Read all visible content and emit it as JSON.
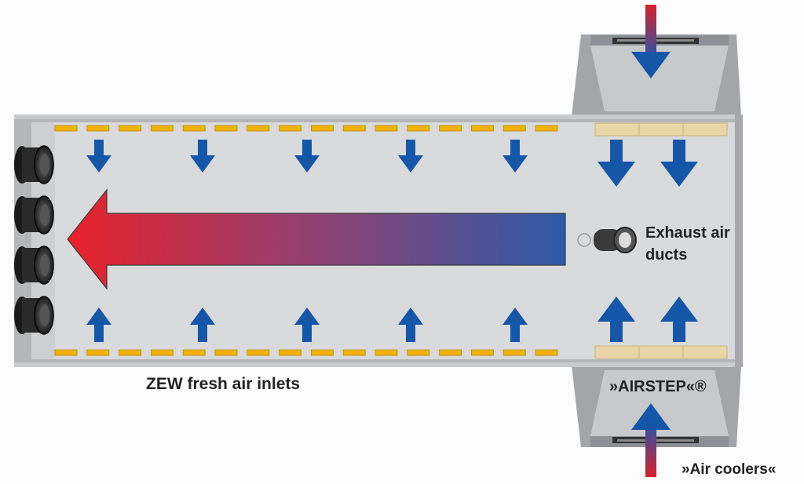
{
  "labels": {
    "fresh_air_inlets": "ZEW fresh air inlets",
    "exhaust_air_ducts": "Exhaust air ducts",
    "airstep": "»AIRSTEP«®",
    "air_coolers": "»Air coolers«"
  },
  "colors": {
    "barn_floor": "#d9dadb",
    "wall": "#b4b6b8",
    "cooler_housing": "#9c9fa2",
    "inflow_arrow": "#1456a8",
    "supply_arrow_red": "#d42128",
    "flow_gradient_start": "#e8222a",
    "flow_gradient_end": "#2e5ba8",
    "inlet_flap": "#f0b400",
    "cooler_pad": "#e9d6a6",
    "exhaust_fan": "#2a2a2a"
  },
  "diagram": {
    "upper_inlet_count": 16,
    "lower_inlet_count": 16,
    "exhaust_fan_count": 4,
    "cooler_units": 2,
    "main_flow_direction": "right-to-left"
  }
}
